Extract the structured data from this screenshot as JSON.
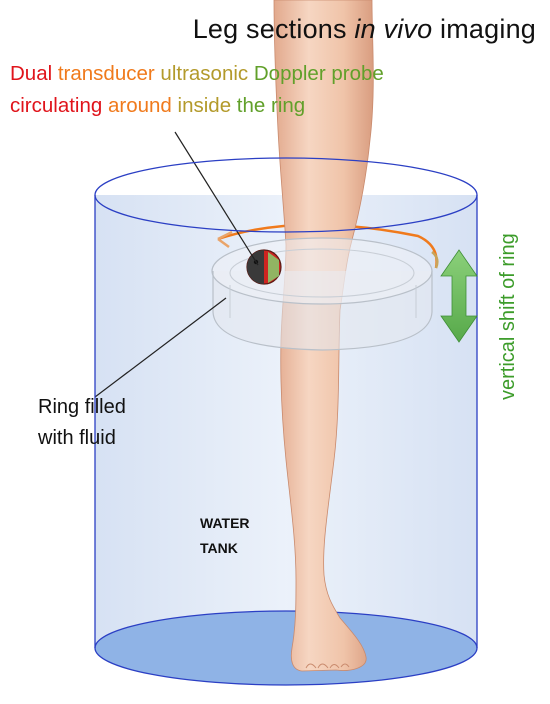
{
  "title": {
    "prefix": "Leg sections ",
    "italic": "in vivo",
    "suffix": " imaging"
  },
  "caption": {
    "line1": [
      {
        "text": "Dual ",
        "color": "red"
      },
      {
        "text": "transducer ",
        "color": "orange"
      },
      {
        "text": "ultrasonic ",
        "color": "olive"
      },
      {
        "text": "Doppler probe",
        "color": "green"
      }
    ],
    "line2": [
      {
        "text": "circulating ",
        "color": "red"
      },
      {
        "text": "around ",
        "color": "orange"
      },
      {
        "text": "inside ",
        "color": "olive"
      },
      {
        "text": "the ring",
        "color": "green"
      }
    ]
  },
  "labels": {
    "ring_line1": "Ring filled",
    "ring_line2": "with fluid",
    "tank_line1": "WATER",
    "tank_line2": "TANK",
    "vertical_shift": "vertical shift of ring"
  },
  "colors": {
    "red": "#e0141b",
    "orange": "#f07a1c",
    "olive": "#b39a2b",
    "green": "#61a02a",
    "tank_outline": "#2b3fc4",
    "tank_fill": "#dbe6f6",
    "tank_bottom": "#8fb3e6",
    "skin": "#f1c7ad",
    "ring": "#e4e8ee"
  },
  "icons": [
    "probe-icon",
    "double-arrow-icon",
    "rotation-arrow-icon"
  ]
}
